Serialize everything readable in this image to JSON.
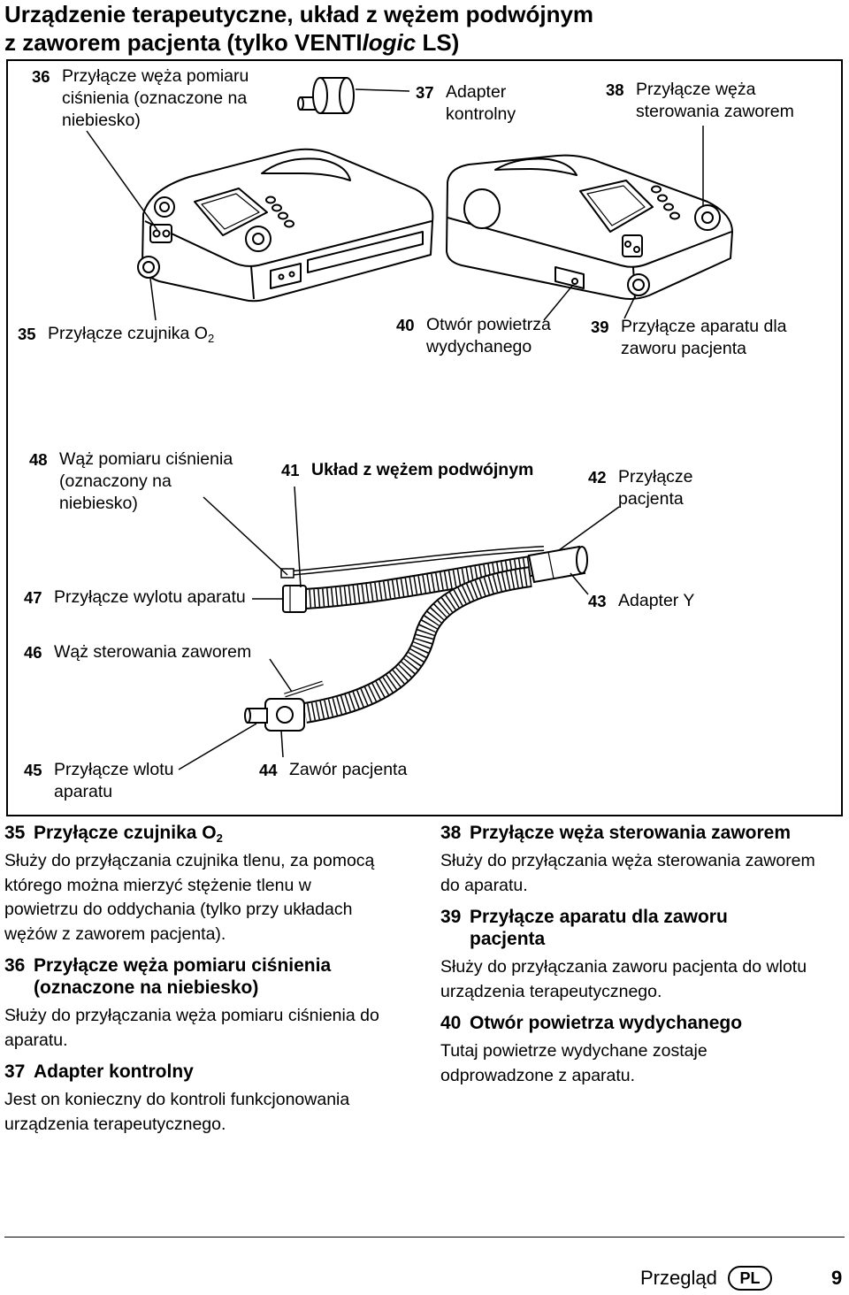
{
  "page": {
    "title_line1": "Urządzenie terapeutyczne, układ z wężem podwójnym",
    "title_line2_pre": "z zaworem pacjenta (tylko VENTI",
    "title_line2_italic": "logic",
    "title_line2_post": " LS)"
  },
  "figure": {
    "labels": {
      "l36": {
        "num": "36",
        "text": "Przyłącze węża pomiaru\nciśnienia (oznaczone na\nniebiesko)"
      },
      "l37": {
        "num": "37",
        "text": "Adapter\nkontrolny"
      },
      "l38": {
        "num": "38",
        "text": "Przyłącze węża\nsterowania zaworem"
      },
      "l35": {
        "num": "35",
        "text": "Przyłącze czujnika O",
        "sub": "2"
      },
      "l40": {
        "num": "40",
        "text": "Otwór powietrza\nwydychanego"
      },
      "l39": {
        "num": "39",
        "text": "Przyłącze aparatu dla\nzaworu pacjenta"
      },
      "l48": {
        "num": "48",
        "text": "Wąż pomiaru ciśnienia\n(oznaczony na\nniebiesko)"
      },
      "l41": {
        "num": "41",
        "text": "Układ z wężem podwójnym"
      },
      "l42": {
        "num": "42",
        "text": "Przyłącze\npacjenta"
      },
      "l47": {
        "num": "47",
        "text": "Przyłącze wylotu aparatu"
      },
      "l43": {
        "num": "43",
        "text": "Adapter Y"
      },
      "l46": {
        "num": "46",
        "text": "Wąż sterowania zaworem"
      },
      "l45": {
        "num": "45",
        "text": "Przyłącze wlotu\naparatu"
      },
      "l44": {
        "num": "44",
        "text": "Zawór pacjenta"
      }
    }
  },
  "descriptions": {
    "d35": {
      "num": "35",
      "title": "Przyłącze czujnika O",
      "title_sub": "2",
      "body": "Służy do przyłączania czujnika tlenu, za pomocą\nktórego można mierzyć stężenie tlenu w\npowietrzu do oddychania (tylko przy układach\nwężów z zaworem pacjenta)."
    },
    "d36": {
      "num": "36",
      "title": "Przyłącze węża pomiaru ciśnienia\n(oznaczone na niebiesko)",
      "body": "Służy do przyłączania węża pomiaru ciśnienia do\naparatu."
    },
    "d37": {
      "num": "37",
      "title": "Adapter kontrolny",
      "body": "Jest on konieczny do kontroli funkcjonowania\nurządzenia terapeutycznego."
    },
    "d38": {
      "num": "38",
      "title": "Przyłącze węża sterowania zaworem",
      "body": "Służy do przyłączania węża sterowania zaworem\ndo aparatu."
    },
    "d39": {
      "num": "39",
      "title": "Przyłącze aparatu dla zaworu\npacjenta",
      "body": "Służy do przyłączania zaworu pacjenta do wlotu\nurządzenia terapeutycznego."
    },
    "d40": {
      "num": "40",
      "title": "Otwór powietrza wydychanego",
      "body": "Tutaj powietrze wydychane zostaje\nodprowadzone z aparatu."
    }
  },
  "footer": {
    "section": "Przegląd",
    "lang": "PL",
    "page": "9"
  }
}
